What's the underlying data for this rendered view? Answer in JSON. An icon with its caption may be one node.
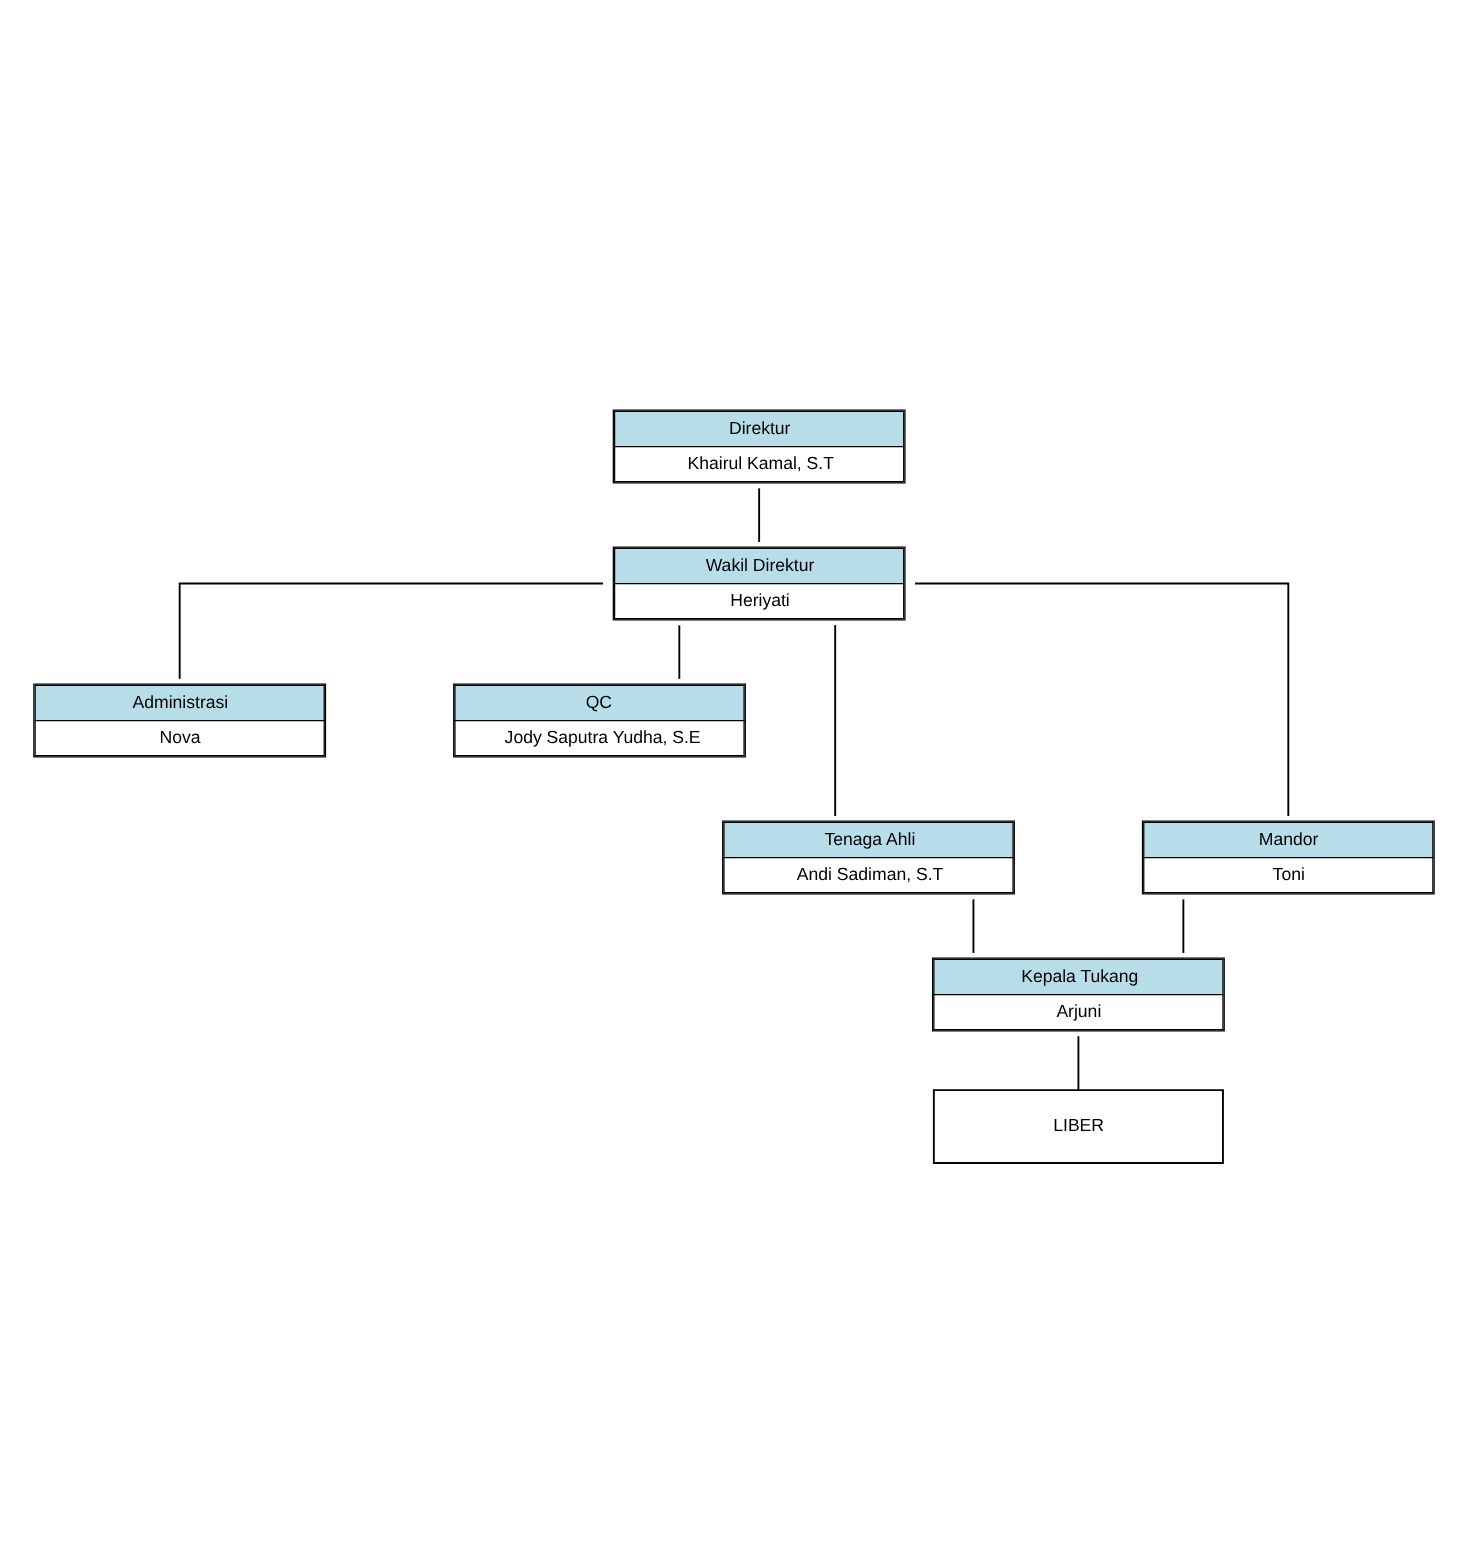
{
  "diagram": {
    "nodes": [
      {
        "text": [
          "Direktur",
          "Khairul Kamal, S.T"
        ]
      },
      {
        "text": [
          "Wakil Direktur",
          "Heriyati"
        ]
      },
      {
        "text": [
          "Administrasi",
          "Nova"
        ]
      },
      {
        "text": [
          "QC",
          "Jody Saputra Yudha, S.E"
        ]
      },
      {
        "text": [
          "Tenaga Ahli",
          "Andi Sadiman, S.T"
        ]
      },
      {
        "text": [
          "Mandor",
          "Toni"
        ]
      },
      {
        "text": [
          "Kepala Tukang",
          "Arjuni"
        ]
      },
      {
        "text": [
          "LIBER"
        ]
      }
    ],
    "edges": [
      {
        "from": 0,
        "to": 1,
        "arrow": "none"
      },
      {
        "from": 1,
        "to": 2,
        "arrow": "none"
      },
      {
        "from": 1,
        "to": 3,
        "arrow": "none"
      },
      {
        "from": 1,
        "to": 4,
        "arrow": "none"
      },
      {
        "from": 1,
        "to": 5,
        "arrow": "none"
      },
      {
        "from": 4,
        "to": 6,
        "arrow": "none"
      },
      {
        "from": 5,
        "to": 6,
        "arrow": "none"
      },
      {
        "from": 6,
        "to": 7,
        "arrow": "none"
      }
    ]
  }
}
